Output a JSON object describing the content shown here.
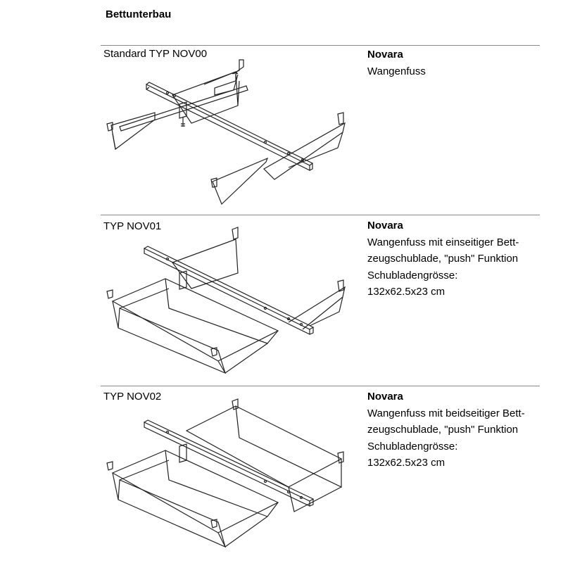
{
  "page": {
    "title": "Bettunterbau"
  },
  "sections": [
    {
      "type_label": "Standard TYP NOV00",
      "brand": "Novara",
      "lines": [
        "Wangenfuss"
      ]
    },
    {
      "type_label": "TYP NOV01",
      "brand": "Novara",
      "lines": [
        "Wangenfuss mit einseitiger Bett-",
        "zeugschublade, \"push\" Funktion",
        "Schubladengrösse:",
        "132x62.5x23 cm"
      ]
    },
    {
      "type_label": "TYP NOV02",
      "brand": "Novara",
      "lines": [
        "Wangenfuss mit beidseitiger Bett-",
        "zeugschublade, \"push\" Funktion",
        "Schubladengrösse:",
        "132x62.5x23 cm"
      ]
    }
  ]
}
